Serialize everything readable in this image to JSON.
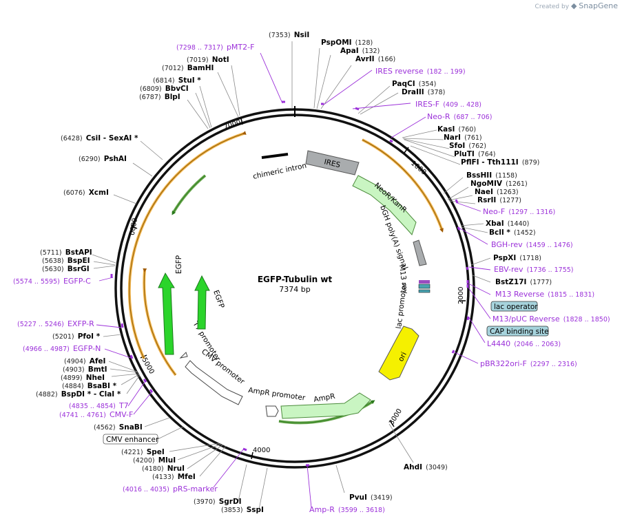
{
  "watermark": {
    "created_by": "Created by",
    "brand": "SnapGene"
  },
  "plasmid": {
    "name": "EGFP-Tubulin wt",
    "length_label": "7374 bp",
    "length": 7374
  },
  "ticks": [
    {
      "label": "1000",
      "bp": 1000
    },
    {
      "label": "2000",
      "bp": 2000
    },
    {
      "label": "3000",
      "bp": 3000
    },
    {
      "label": "4000",
      "bp": 4000
    },
    {
      "label": "5000",
      "bp": 5000
    },
    {
      "label": "6000",
      "bp": 6000
    },
    {
      "label": "7000",
      "bp": 7000
    }
  ],
  "enzymes": [
    {
      "name": "NsiI",
      "pos": "(7353)"
    },
    {
      "name": "PspOMI",
      "pos": "(128)"
    },
    {
      "name": "ApaI",
      "pos": "(132)"
    },
    {
      "name": "AvrII",
      "pos": "(166)"
    },
    {
      "name": "NotI",
      "pos": "(7019)"
    },
    {
      "name": "BamHI",
      "pos": "(7012)"
    },
    {
      "name": "StuI *",
      "pos": "(6814)"
    },
    {
      "name": "BbvCI",
      "pos": "(6809)"
    },
    {
      "name": "BlpI",
      "pos": "(6787)"
    },
    {
      "name": "PaqCI",
      "pos": "(354)"
    },
    {
      "name": "DraIII",
      "pos": "(378)"
    },
    {
      "name": "CsiI - SexAI *",
      "pos": "(6428)"
    },
    {
      "name": "PshAI",
      "pos": "(6290)"
    },
    {
      "name": "XcmI",
      "pos": "(6076)"
    },
    {
      "name": "KasI",
      "pos": "(760)"
    },
    {
      "name": "NarI",
      "pos": "(761)"
    },
    {
      "name": "SfoI",
      "pos": "(762)"
    },
    {
      "name": "PluTI",
      "pos": "(764)"
    },
    {
      "name": "PflFI - Tth111I",
      "pos": "(879)"
    },
    {
      "name": "BssHII",
      "pos": "(1158)"
    },
    {
      "name": "NgoMIV",
      "pos": "(1261)"
    },
    {
      "name": "NaeI",
      "pos": "(1263)"
    },
    {
      "name": "RsrII",
      "pos": "(1277)"
    },
    {
      "name": "XbaI",
      "pos": "(1440)"
    },
    {
      "name": "BclI *",
      "pos": "(1452)"
    },
    {
      "name": "BstAPI",
      "pos": "(5711)"
    },
    {
      "name": "BspEI",
      "pos": "(5638)"
    },
    {
      "name": "BsrGI",
      "pos": "(5630)"
    },
    {
      "name": "PspXI",
      "pos": "(1718)"
    },
    {
      "name": "BstZ17I",
      "pos": "(1777)"
    },
    {
      "name": "PfoI *",
      "pos": "(5201)"
    },
    {
      "name": "AfeI",
      "pos": "(4904)"
    },
    {
      "name": "BmtI",
      "pos": "(4903)"
    },
    {
      "name": "NheI",
      "pos": "(4899)"
    },
    {
      "name": "BsaBI *",
      "pos": "(4884)"
    },
    {
      "name": "BspDI * - ClaI *",
      "pos": "(4882)"
    },
    {
      "name": "SnaBI",
      "pos": "(4562)"
    },
    {
      "name": "SpeI",
      "pos": "(4221)"
    },
    {
      "name": "MluI",
      "pos": "(4200)"
    },
    {
      "name": "NruI",
      "pos": "(4180)"
    },
    {
      "name": "MfeI",
      "pos": "(4133)"
    },
    {
      "name": "SgrDI",
      "pos": "(3970)"
    },
    {
      "name": "SspI",
      "pos": "(3853)"
    },
    {
      "name": "PvuI",
      "pos": "(3419)"
    },
    {
      "name": "AhdI",
      "pos": "(3049)"
    }
  ],
  "primers": [
    {
      "name": "pMT2-F",
      "pos": "(7298 .. 7317)"
    },
    {
      "name": "IRES reverse",
      "pos": "(182 .. 199)"
    },
    {
      "name": "IRES-F",
      "pos": "(409 .. 428)"
    },
    {
      "name": "Neo-R",
      "pos": "(687 .. 706)"
    },
    {
      "name": "Neo-F",
      "pos": "(1297 .. 1316)"
    },
    {
      "name": "BGH-rev",
      "pos": "(1459 .. 1476)"
    },
    {
      "name": "EBV-rev",
      "pos": "(1736 .. 1755)"
    },
    {
      "name": "M13 Reverse",
      "pos": "(1815 .. 1831)"
    },
    {
      "name": "M13/pUC Reverse",
      "pos": "(1828 .. 1850)"
    },
    {
      "name": "L4440",
      "pos": "(2046 .. 2063)"
    },
    {
      "name": "pBR322ori-F",
      "pos": "(2297 .. 2316)"
    },
    {
      "name": "EGFP-C",
      "pos": "(5574 .. 5595)"
    },
    {
      "name": "EXFP-R",
      "pos": "(5227 .. 5246)"
    },
    {
      "name": "EGFP-N",
      "pos": "(4966 .. 4987)"
    },
    {
      "name": "T7",
      "pos": "(4835 .. 4854)"
    },
    {
      "name": "CMV-F",
      "pos": "(4741 .. 4761)"
    },
    {
      "name": "pRS-marker",
      "pos": "(4016 .. 4035)"
    },
    {
      "name": "Amp-R",
      "pos": "(3599 .. 3618)"
    }
  ],
  "boxed_features": [
    {
      "name": "lac operator"
    },
    {
      "name": "CAP binding site"
    },
    {
      "name": "CMV enhancer"
    }
  ],
  "features": [
    {
      "name": "chimeric intron"
    },
    {
      "name": "IRES"
    },
    {
      "name": "NeoR/KanR"
    },
    {
      "name": "bGH poly(A) signal"
    },
    {
      "name": "M13 rev"
    },
    {
      "name": "lac promoter"
    },
    {
      "name": "ori"
    },
    {
      "name": "AmpR"
    },
    {
      "name": "AmpR promoter"
    },
    {
      "name": "CMV promoter"
    },
    {
      "name": "T7 promoter"
    },
    {
      "name": "EGFP"
    },
    {
      "name": "EGFP"
    }
  ],
  "colors": {
    "primer": "#9b30d9",
    "orf_orange": "#f0a830",
    "orf_green": "#6aa84f",
    "neo": "#c9f5c2",
    "ires": "#a9acae",
    "egfp": "#2bd42b",
    "ori": "#f5f000",
    "lac_box": "#a6d3dc"
  }
}
